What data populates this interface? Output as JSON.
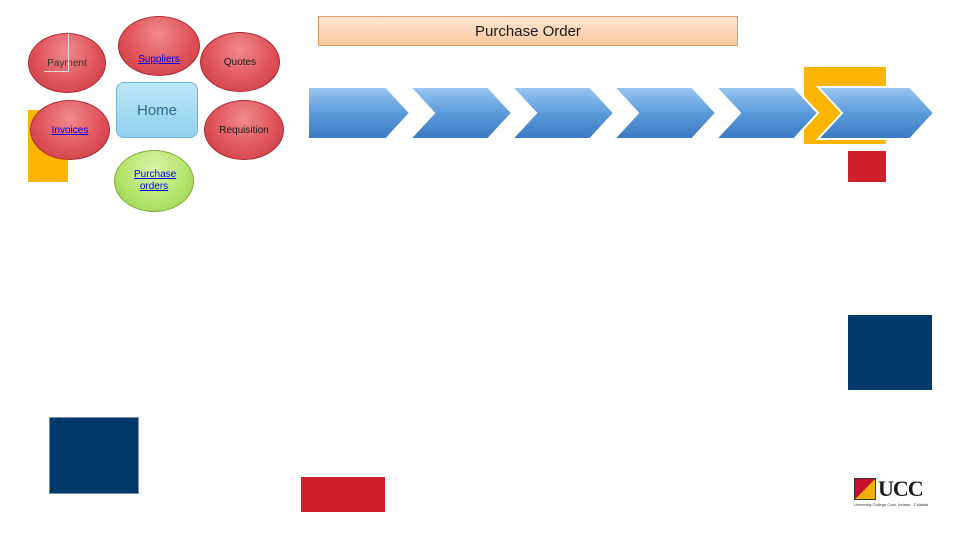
{
  "title": "Purchase Order",
  "nav": {
    "home": "Home",
    "suppliers": "Suppliers",
    "quotes": "Quotes",
    "payment": "Payment",
    "requisition": "Requisition",
    "invoices": "Invoices",
    "purchase_orders": "Purchase orders"
  },
  "process_steps": [
    "",
    "",
    "",
    "",
    "",
    ""
  ],
  "logo": {
    "name": "UCC",
    "tagline": "University College Cork, Ireland · Coláiste na hOllscoile Corcaigh"
  },
  "colors": {
    "gold": "#fbb400",
    "red": "#d0202e",
    "navy": "#003a6b",
    "arrow_blue": "#5b9bdb"
  }
}
